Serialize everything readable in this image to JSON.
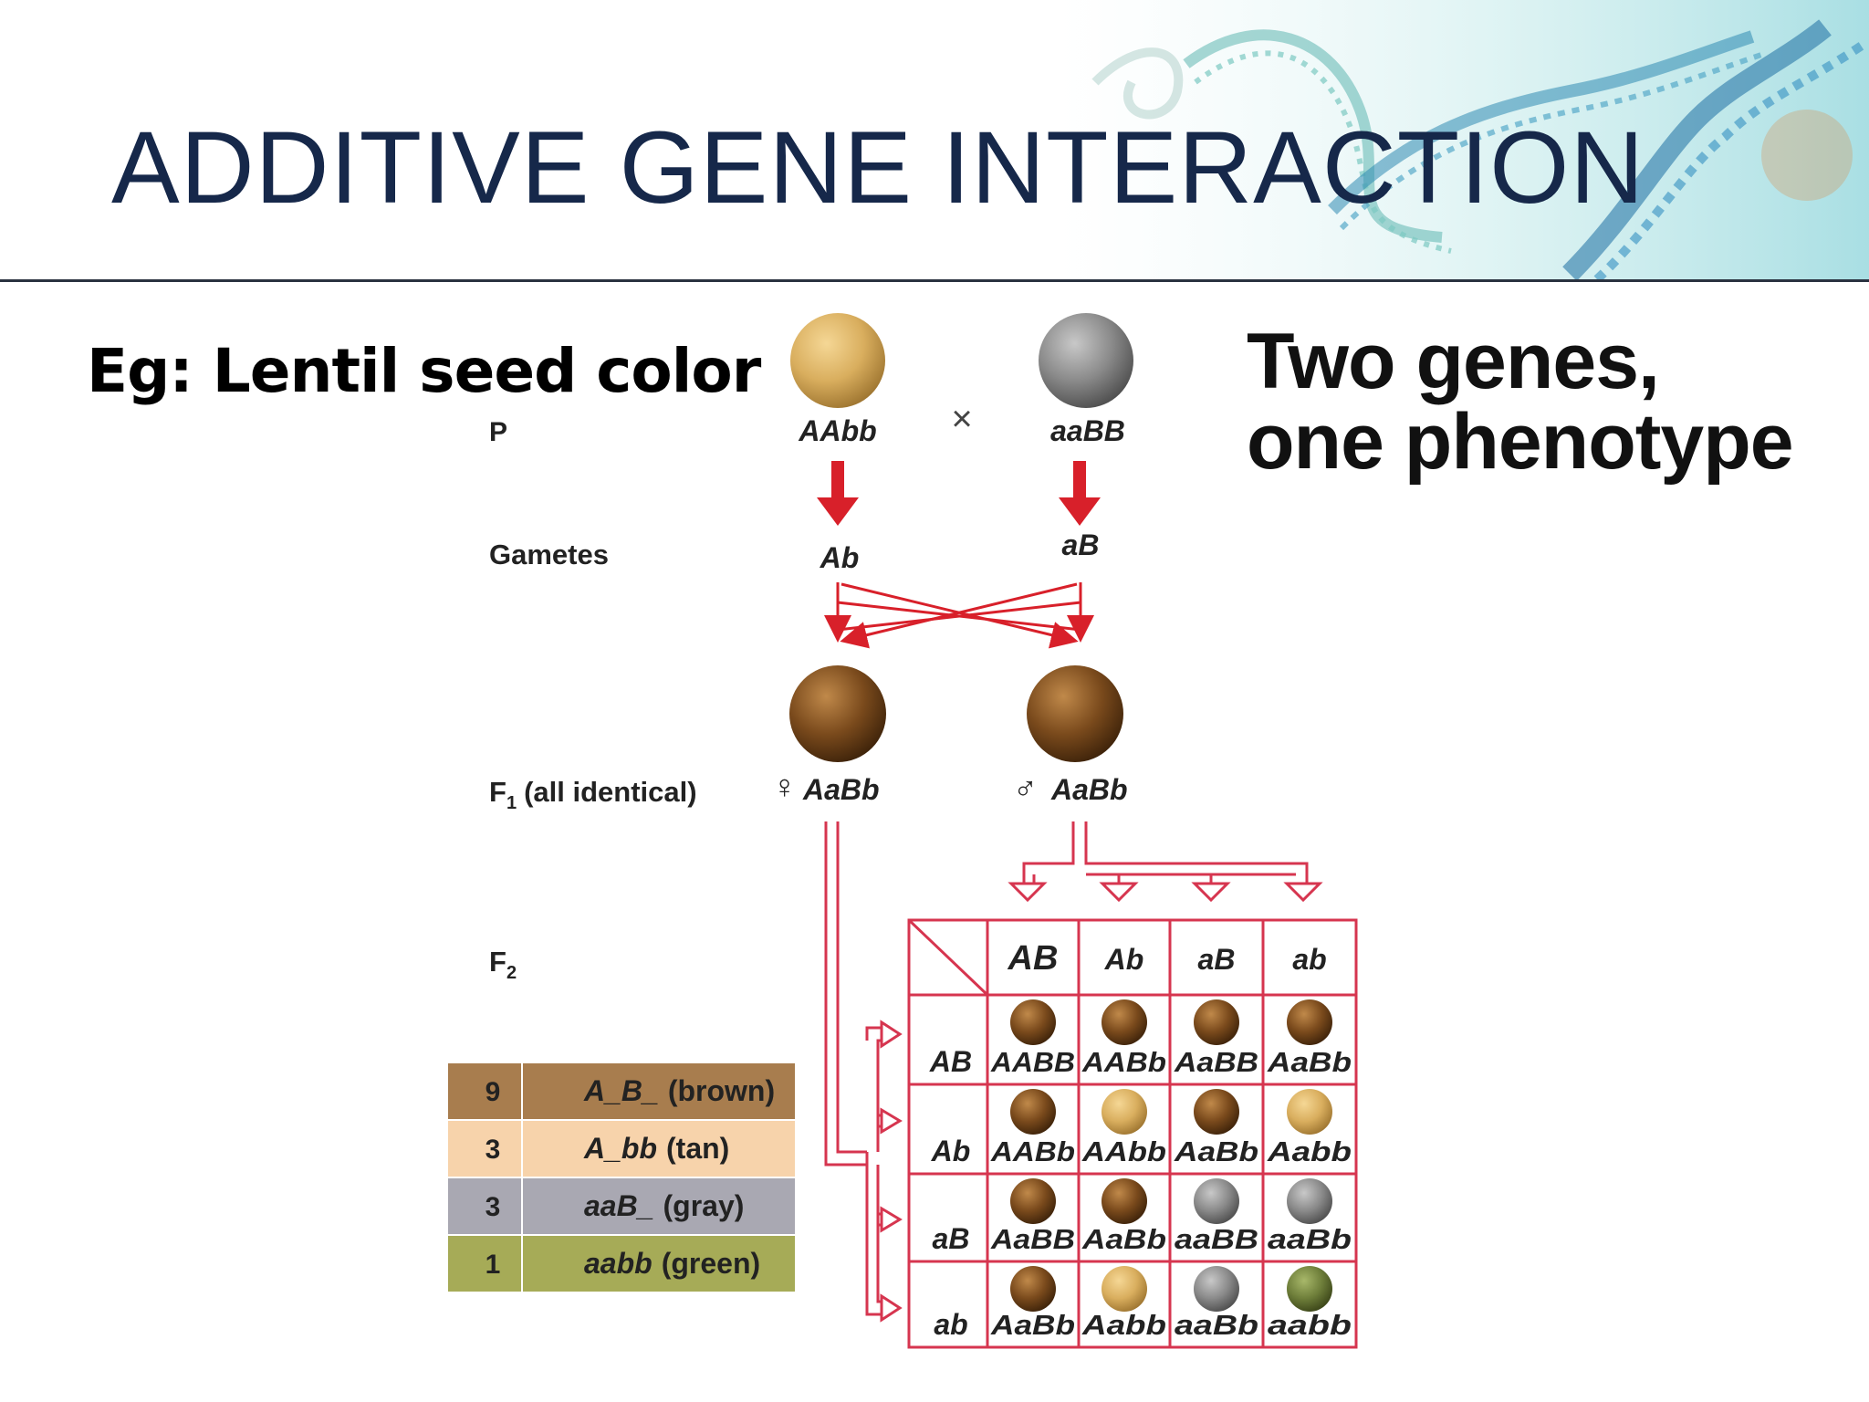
{
  "slide": {
    "title": "ADDITIVE GENE INTERACTION",
    "subtitle": "Eg: Lentil seed color",
    "tagline_line1": "Two genes,",
    "tagline_line2": "one phenotype"
  },
  "colors": {
    "title": "#16284a",
    "arrow": "#d8202a",
    "grid": "#d6354f",
    "brown": "#7a4a1c",
    "tan": "#d9ae5e",
    "gray": "#8a8a8a",
    "green": "#6e7e3a"
  },
  "cross": {
    "p_label": "P",
    "times": "×",
    "parent1": "AAbb",
    "parent2": "aaBB",
    "gametes_label": "Gametes",
    "gamete1": "Ab",
    "gamete2": "aB",
    "f1_label": "F",
    "f1_sub": "1",
    "f1_note": "(all identical)",
    "female_symbol": "♀",
    "male_symbol": "♂",
    "f1_female": "AaBb",
    "f1_male": "AaBb",
    "f2_label": "F",
    "f2_sub": "2"
  },
  "punnett": {
    "col_headers": [
      "AB",
      "Ab",
      "aB",
      "ab"
    ],
    "row_headers": [
      "AB",
      "Ab",
      "aB",
      "ab"
    ],
    "cells": [
      [
        {
          "g": "AABB",
          "c": "brown"
        },
        {
          "g": "AABb",
          "c": "brown"
        },
        {
          "g": "AaBB",
          "c": "brown"
        },
        {
          "g": "AaBb",
          "c": "brown"
        }
      ],
      [
        {
          "g": "AABb",
          "c": "brown"
        },
        {
          "g": "AAbb",
          "c": "tan"
        },
        {
          "g": "AaBb",
          "c": "brown"
        },
        {
          "g": "Aabb",
          "c": "tan"
        }
      ],
      [
        {
          "g": "AaBB",
          "c": "brown"
        },
        {
          "g": "AaBb",
          "c": "brown"
        },
        {
          "g": "aaBB",
          "c": "gray"
        },
        {
          "g": "aaBb",
          "c": "gray"
        }
      ],
      [
        {
          "g": "AaBb",
          "c": "brown"
        },
        {
          "g": "Aabb",
          "c": "tan"
        },
        {
          "g": "aaBb",
          "c": "gray"
        },
        {
          "g": "aabb",
          "c": "green"
        }
      ]
    ]
  },
  "ratio_table": [
    {
      "count": "9",
      "genotype": "A_B_",
      "phenotype": "(brown)",
      "bg": "#a87d4e"
    },
    {
      "count": "3",
      "genotype": "A_bb",
      "phenotype": "(tan)",
      "bg": "#f7d3ab"
    },
    {
      "count": "3",
      "genotype": "aaB_",
      "phenotype": "(gray)",
      "bg": "#a9a8b2"
    },
    {
      "count": "1",
      "genotype": "aabb",
      "phenotype": "(green)",
      "bg": "#a6ab57"
    }
  ]
}
